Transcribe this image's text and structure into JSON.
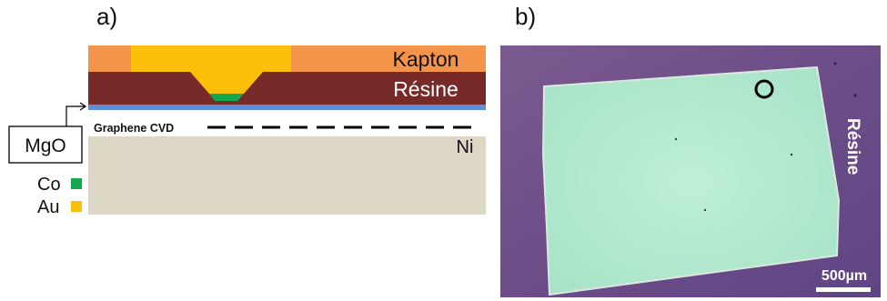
{
  "panel_a": {
    "label": "a)",
    "layers": {
      "kapton": "Kapton",
      "resine": "Résine",
      "graphene": "Graphene CVD",
      "nickel": "Ni"
    },
    "legend": {
      "mgo": "MgO",
      "co": "Co",
      "au": "Au"
    },
    "colors": {
      "kapton": "#f4944a",
      "gold": "#fbbf0a",
      "resine": "#782a28",
      "cobalt": "#14a84e",
      "mgo_layer": "#5c8fd8",
      "nickel": "#ddd8c6",
      "graphene": "#000000"
    }
  },
  "panel_b": {
    "label": "b)",
    "resine_label": "Résine",
    "scale_bar": "500µm",
    "colors": {
      "background": "#6e4f8a",
      "sample": "#b5ebd0"
    }
  }
}
